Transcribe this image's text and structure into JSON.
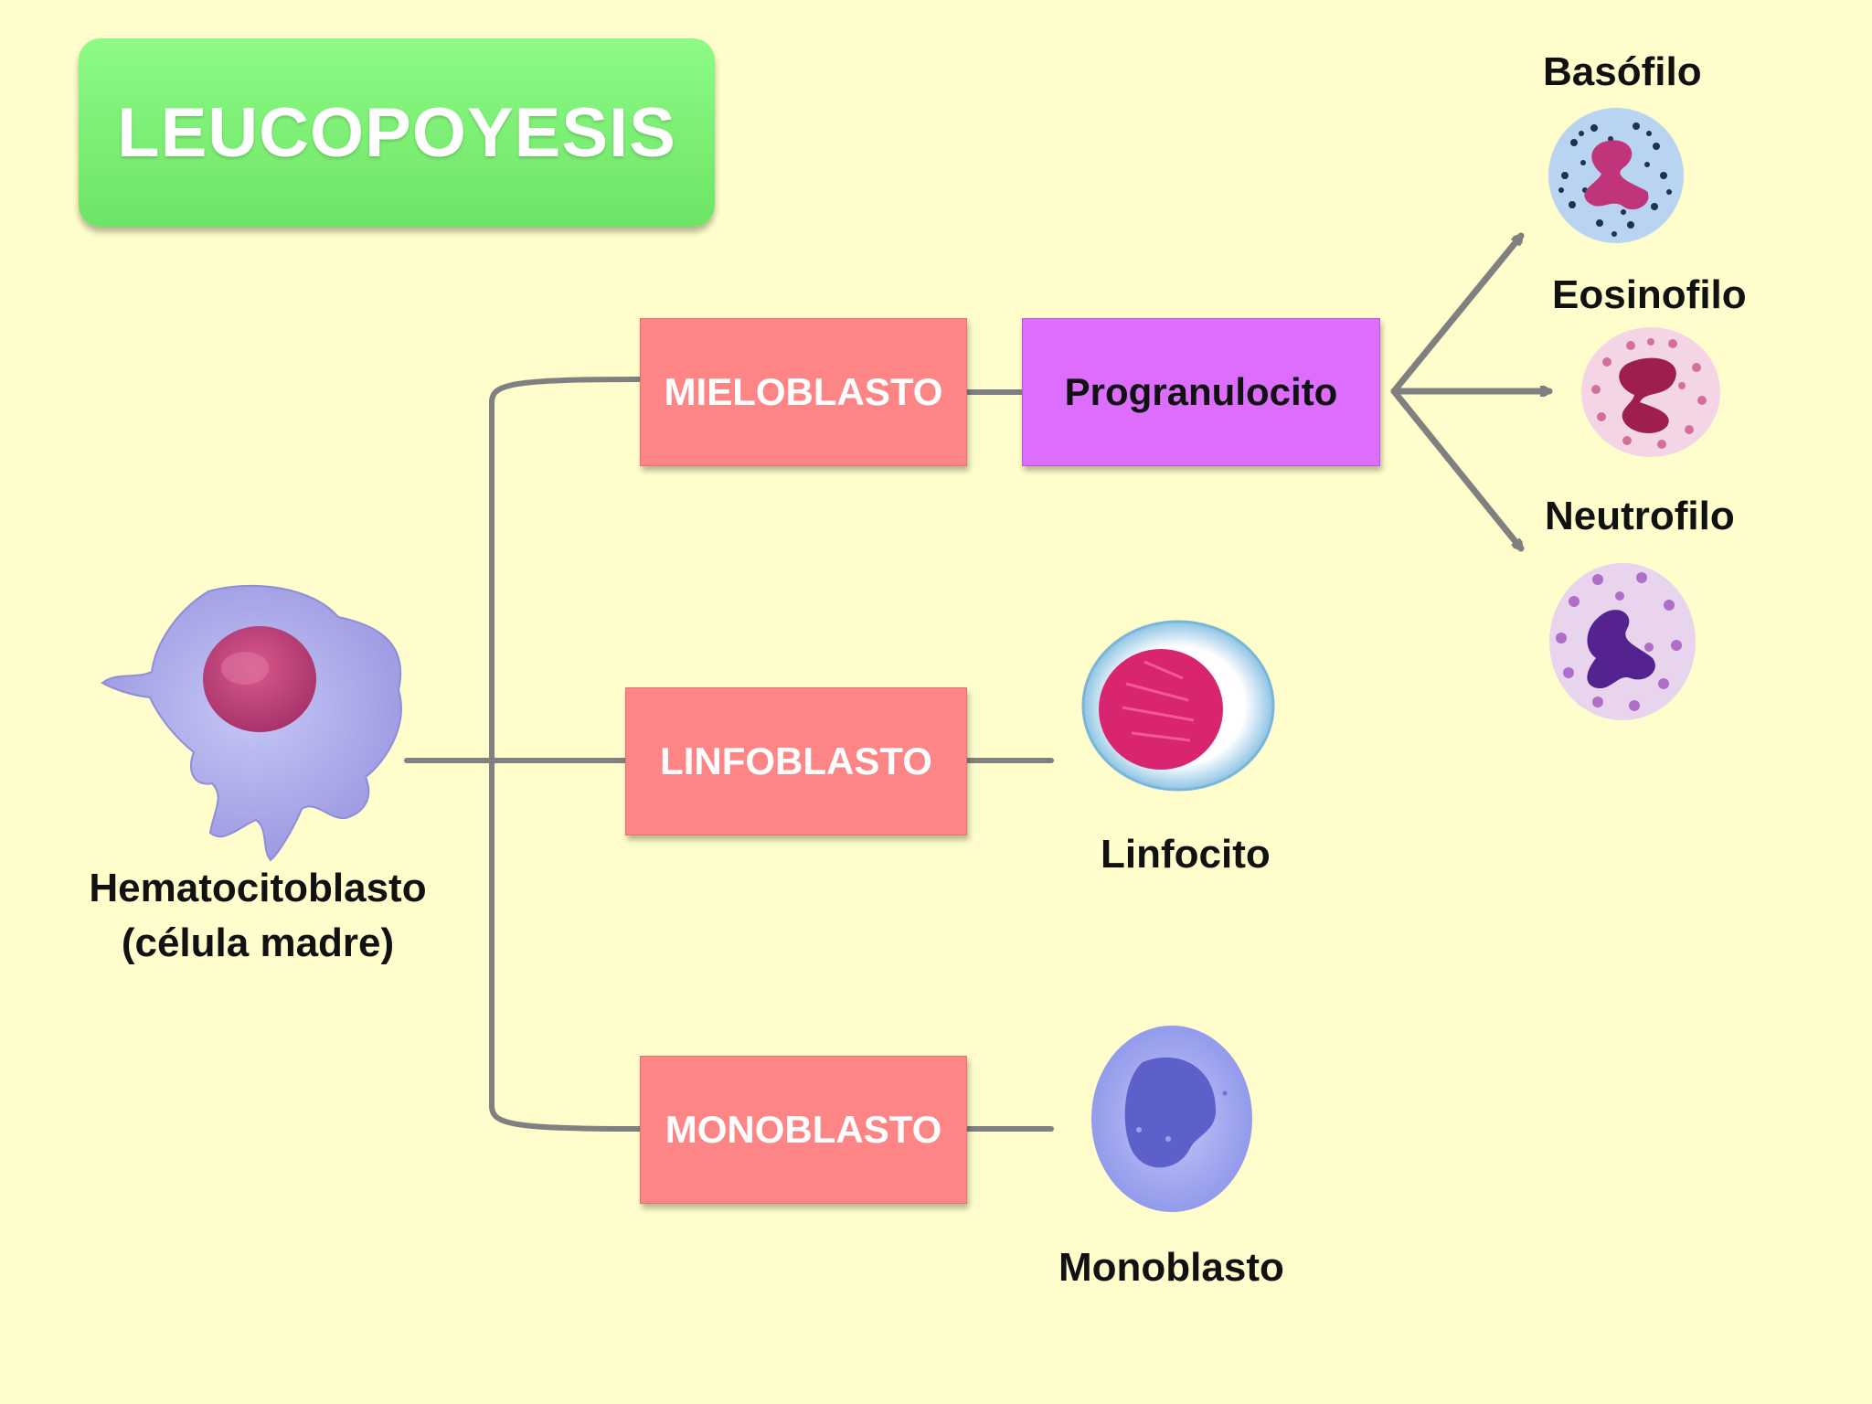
{
  "title": "LEUCOPOYESIS",
  "stem_cell": {
    "name": "Hematocitoblasto",
    "note": "(célula madre)"
  },
  "blasts": {
    "myeloblast": "MIELOBLASTO",
    "lymphoblast": "LINFOBLASTO",
    "monoblast": "MONOBLASTO"
  },
  "progranulocyte": "Progranulocito",
  "granulocytes": {
    "basophil": "Basófilo",
    "eosinophil": "Eosinofilo",
    "neutrophil": "Neutrofilo"
  },
  "lymphocyte": "Linfocito",
  "monoblast_cell": "Monoblasto",
  "colors": {
    "background": "#fefdcb",
    "title_box": "#7cf074",
    "blast_box": "#fd8585",
    "progranulocyte_box": "#dc6dfd",
    "connector": "#808080"
  }
}
